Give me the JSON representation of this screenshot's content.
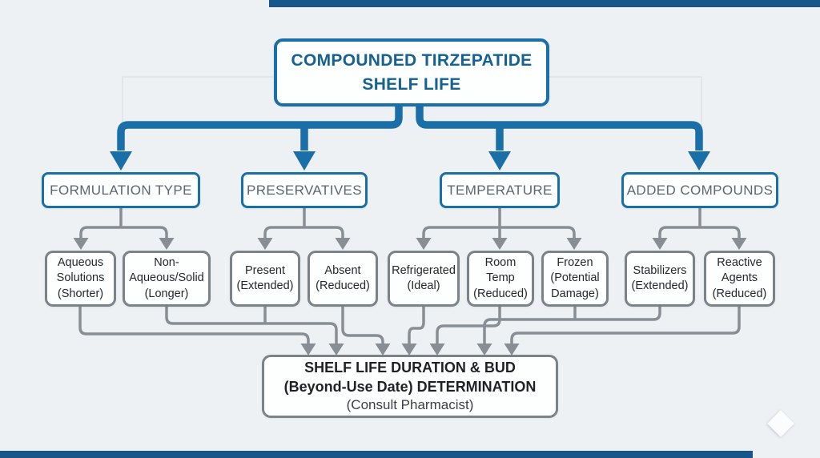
{
  "palette": {
    "accent_blue": "#1a6fa8",
    "title_text": "#15618f",
    "category_text": "#5d666e",
    "node_border_gray": "#7b8288",
    "node_text": "#24282b",
    "connector_gray": "#878e94",
    "bar_navy": "#17568a",
    "background": "#eef1f4"
  },
  "title": {
    "label": "COMPOUNDED TIRZEPATIDE\nSHELF LIFE"
  },
  "categories": [
    {
      "label": "FORMULATION TYPE",
      "children": [
        {
          "label": "Aqueous\nSolutions\n(Shorter)"
        },
        {
          "label": "Non-\nAqueous/Solid\n(Longer)"
        }
      ]
    },
    {
      "label": "PRESERVATIVES",
      "children": [
        {
          "label": "Present\n(Extended)"
        },
        {
          "label": "Absent\n(Reduced)"
        }
      ]
    },
    {
      "label": "TEMPERATURE",
      "children": [
        {
          "label": "Refrigerated\n(Ideal)"
        },
        {
          "label": "Room\nTemp\n(Reduced)"
        },
        {
          "label": "Frozen\n(Potential\nDamage)"
        }
      ]
    },
    {
      "label": "ADDED COMPOUNDS",
      "children": [
        {
          "label": "Stabilizers\n(Extended)"
        },
        {
          "label": "Reactive\nAgents\n(Reduced)"
        }
      ]
    }
  ],
  "outcome": {
    "line1": "SHELF LIFE DURATION & BUD",
    "line2": "(Beyond-Use Date) DETERMINATION",
    "line3": "(Consult Pharmacist)"
  }
}
